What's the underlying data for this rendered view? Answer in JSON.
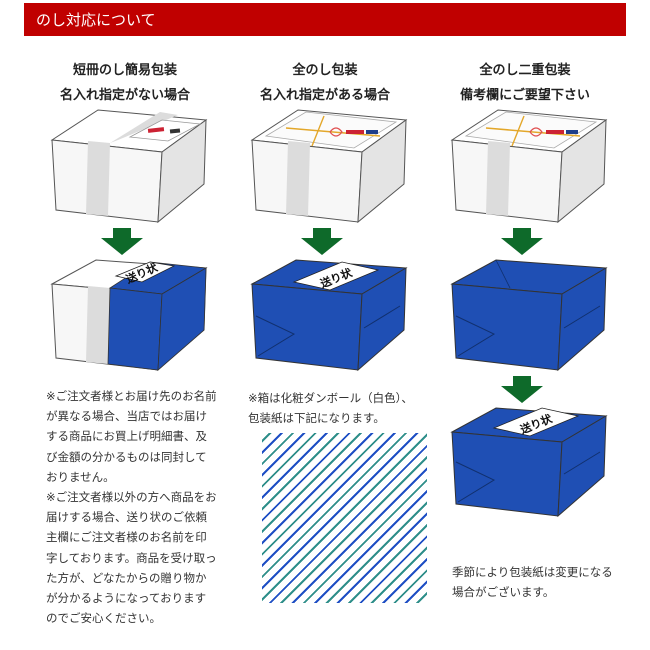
{
  "header": {
    "title": "のし対応について"
  },
  "columns": [
    {
      "line1": "短冊のし簡易包装",
      "line2": "名入れ指定がない場合"
    },
    {
      "line1": "全のし包装",
      "line2": "名入れ指定がある場合"
    },
    {
      "line1": "全のし二重包装",
      "line2": "備考欄にご要望下さい"
    }
  ],
  "slip_label": "送り状",
  "notes_left": [
    [
      "※ご注文者様とお届け先のお名前",
      "が異なる場合、当店ではお届け",
      "する商品にお買上げ明細書、及",
      "び金額の分かるものは同封して",
      "おりません。"
    ],
    [
      "※ご注文者様以外の方へ商品をお",
      "届けする場合、送り状のご依頼",
      "主欄にご注文者様のお名前を印",
      "字しております。商品を受け取っ",
      "た方が、どなたからの贈り物か",
      "が分かるようになっております",
      "のでご安心ください。"
    ]
  ],
  "notes_mid": [
    "※箱は化粧ダンボール（白色）、",
    "包装紙は下記になります。"
  ],
  "notes_right": [
    "季節により包装紙は変更になる",
    "場合がございます。"
  ],
  "colors": {
    "header": "#c00000",
    "wrap_blue": "#1f4fb4",
    "arrow_green": "#0e6a2a",
    "stripe_teal": "#2f8f8a",
    "stripe_blue": "#1f4fc4"
  }
}
